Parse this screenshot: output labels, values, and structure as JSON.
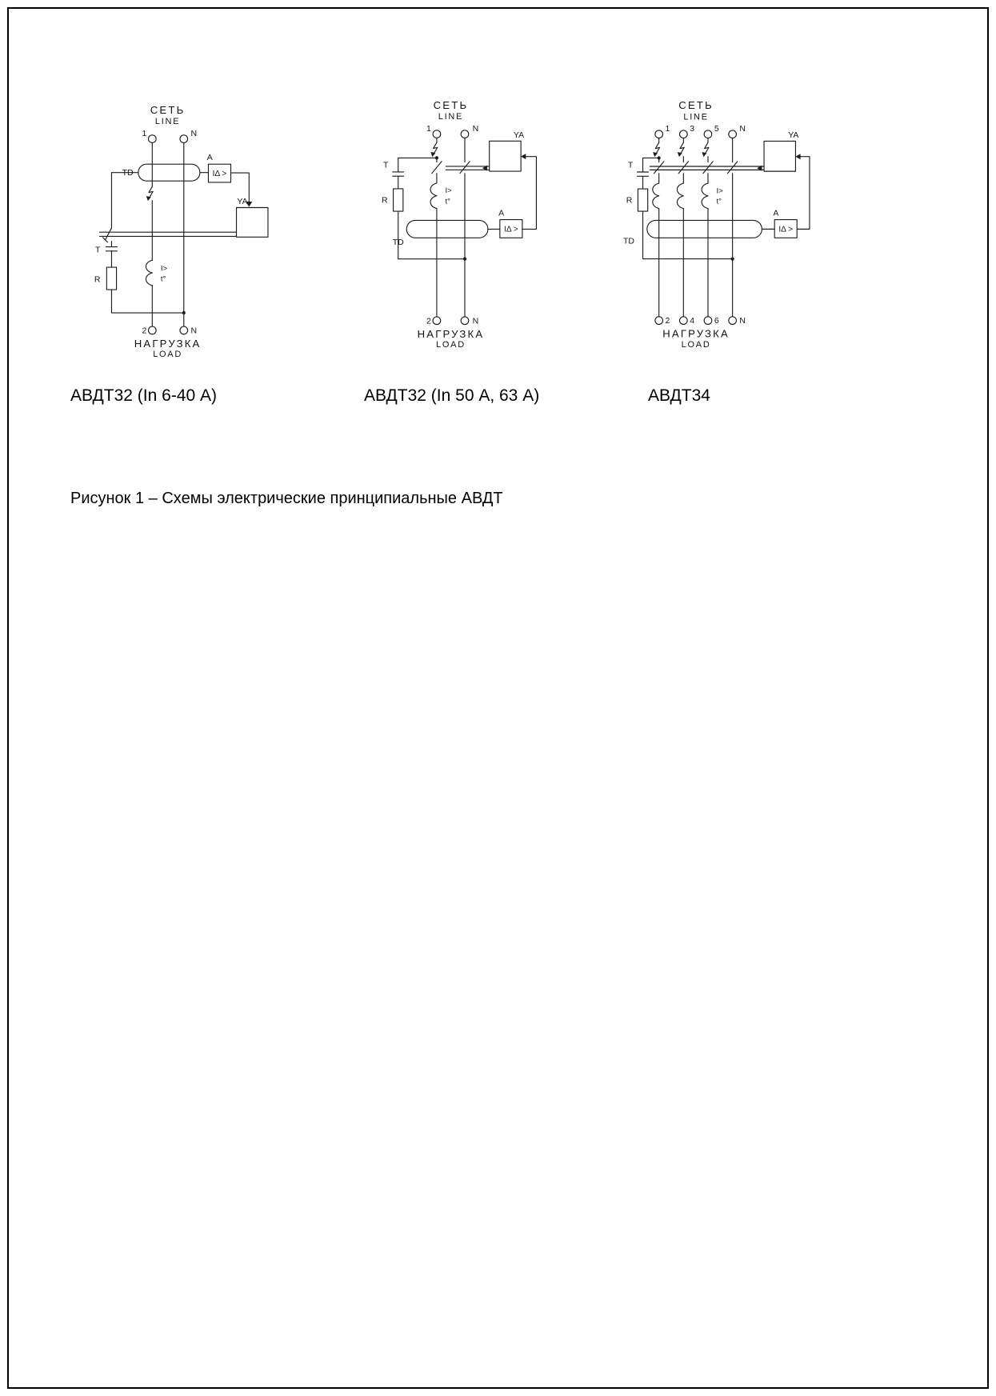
{
  "figure_caption": "Рисунок 1 – Схемы электрические принципиальные АВДТ",
  "shared_labels": {
    "net_ru": "СЕТЬ",
    "net_en": "LINE",
    "load_ru": "НАГРУЗКА",
    "load_en": "LOAD",
    "td": "TD",
    "sensor_out": "A",
    "trip_coil": "YA",
    "test_button": "T",
    "test_resistor": "R",
    "diff_relay": "IΔ >",
    "overcurrent": "I>",
    "thermal": "t°"
  },
  "diagrams": [
    {
      "caption": "АВДТ32 (In 6-40 А)",
      "top_terminals": [
        "1",
        "N"
      ],
      "bottom_terminals": [
        "2",
        "N"
      ]
    },
    {
      "caption": "АВДТ32 (In 50 А, 63 А)",
      "top_terminals": [
        "1",
        "N"
      ],
      "bottom_terminals": [
        "2",
        "N"
      ]
    },
    {
      "caption": "АВДТ34",
      "top_terminals": [
        "1",
        "3",
        "5",
        "N"
      ],
      "bottom_terminals": [
        "2",
        "4",
        "6",
        "N"
      ]
    }
  ]
}
